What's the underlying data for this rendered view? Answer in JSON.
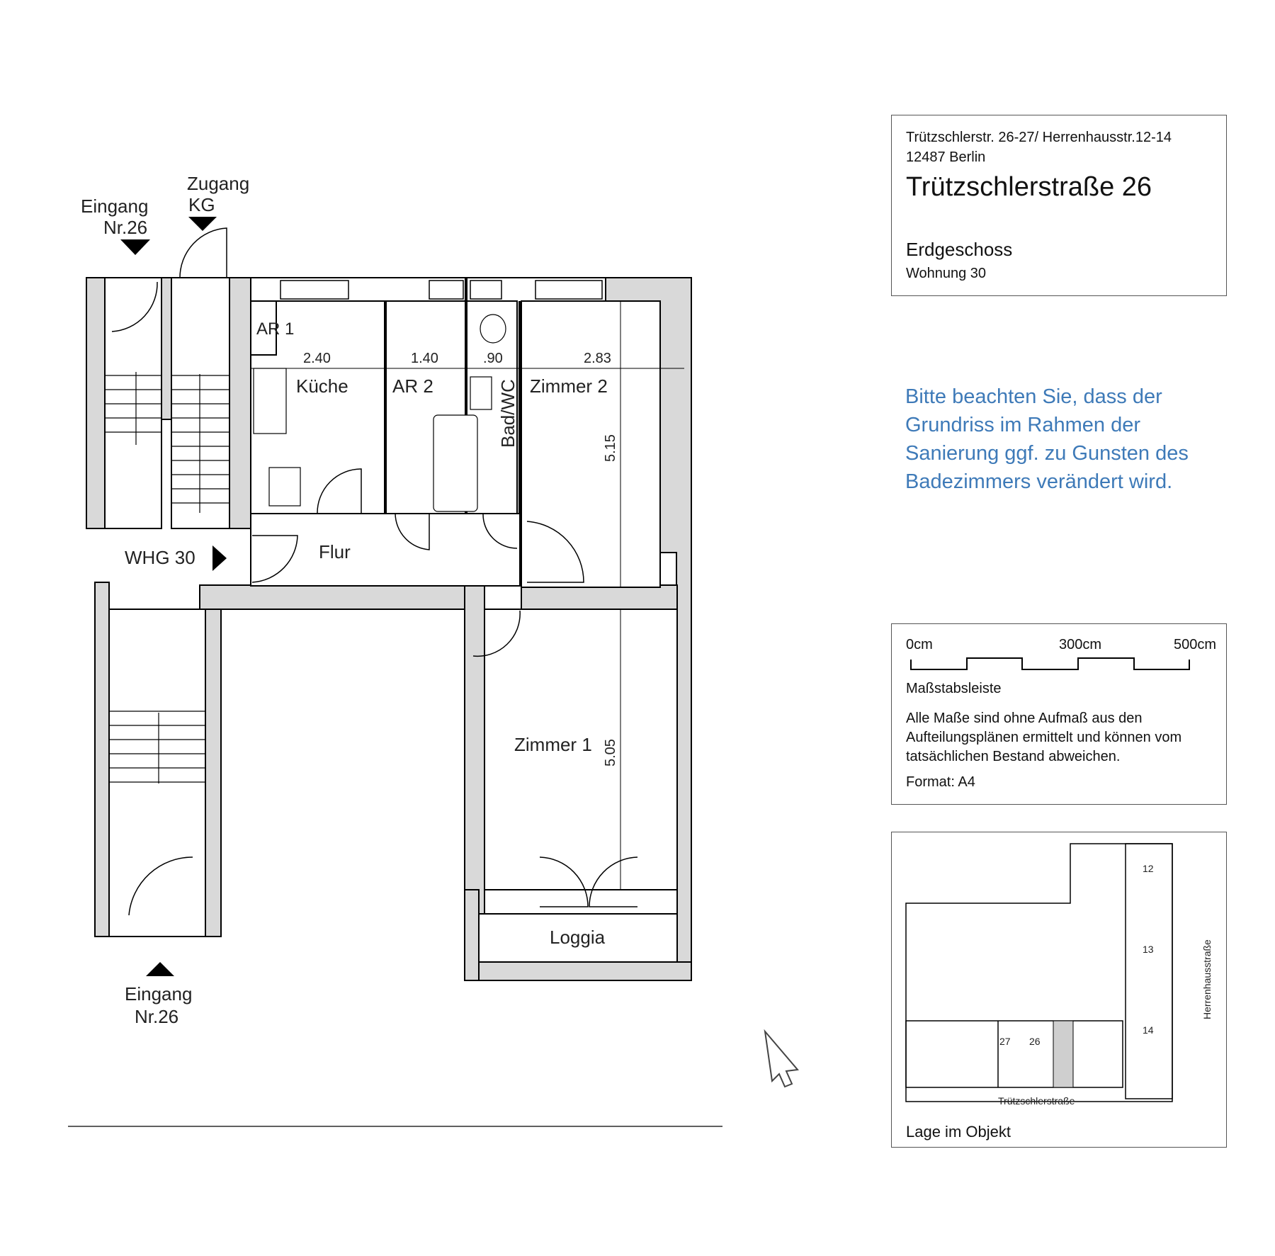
{
  "plan": {
    "entrance_top": [
      "Eingang",
      "Nr.26"
    ],
    "access_basement": [
      "Zugang",
      "KG"
    ],
    "entrance_bottom": [
      "Eingang",
      "Nr.26"
    ],
    "unit_marker": "WHG 30",
    "rooms": {
      "ar1": "AR 1",
      "kitchen": "Küche",
      "ar2": "AR 2",
      "bath": "Bad/WC",
      "room2": "Zimmer 2",
      "hall": "Flur",
      "room1": "Zimmer 1",
      "loggia": "Loggia"
    },
    "dimensions": {
      "kitchen_width": "2.40",
      "ar2_width": "1.40",
      "bath_width": ".90",
      "room2_width": "2.83",
      "room2_depth": "5.15",
      "room1_depth": "5.05"
    }
  },
  "title": {
    "address_line1": "Trützschlerstr. 26-27/ Herrenhausstr.12-14",
    "address_line2": "12487 Berlin",
    "building": "Trützschlerstraße 26",
    "floor": "Erdgeschoss",
    "unit": "Wohnung 30"
  },
  "notice": "Bitte beachten Sie, dass der Grundriss im Rahmen der Sanierung ggf. zu Gunsten des Badezimmers verändert wird.",
  "scale": {
    "tick_0": "0cm",
    "tick_300": "300cm",
    "tick_500": "500cm",
    "label": "Maßstabsleiste",
    "note": "Alle Maße sind ohne Aufmaß aus den Aufteilungsplänen ermittelt und können vom tatsächlichen Bestand abweichen.",
    "format": "Format: A4"
  },
  "site": {
    "caption": "Lage im Objekt",
    "street_bottom": "Trützschlerstraße",
    "street_right": "Herrenhausstraße",
    "house_numbers": [
      "27",
      "26",
      "12",
      "13",
      "14"
    ]
  },
  "colors": {
    "wall_fill": "#d9d9d9",
    "wall_stroke": "#000000",
    "notice_blue": "#3e7ab8"
  }
}
